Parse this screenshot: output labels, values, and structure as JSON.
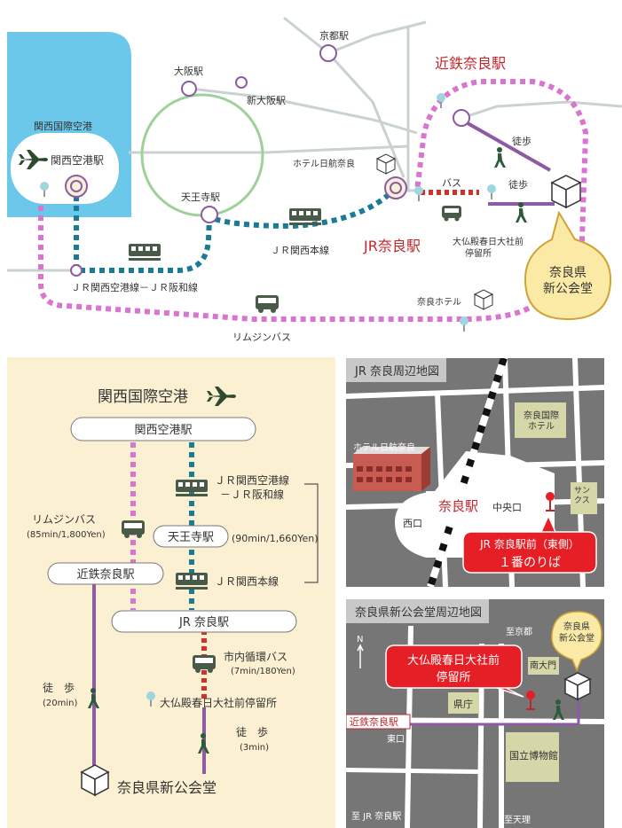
{
  "top_map": {
    "kansai_airport_area": "関西国際空港",
    "kansai_airport_station": "関西空港駅",
    "kyoto_station": "京都駅",
    "osaka_station": "大阪駅",
    "shin_osaka_station": "新大阪駅",
    "tennoji_station": "天王寺駅",
    "hotel_nikko": "ホテル日航奈良",
    "kintetsu_nara_station": "近鉄奈良駅",
    "jr_nara_station": "JR奈良駅",
    "walk_label_1": "徒歩",
    "walk_label_2": "徒歩",
    "bus_label": "バス",
    "bus_stop": "大仏殿春日大社前\n停留所",
    "jr_kansai_line": "ＪＲ関西本線",
    "jr_airport_line": "ＪＲ関西空港線－ＪＲ阪和線",
    "nara_hotel": "奈良ホテル",
    "limousine_bus": "リムジンバス",
    "destination": "奈良県\n新公会堂"
  },
  "route": {
    "airport": "関西国際空港",
    "airport_station": "関西空港駅",
    "jr_line_1": "ＪＲ関西空港線",
    "jr_line_2": "－ＪＲ阪和線",
    "tennoji": "天王寺駅",
    "jr_time": "(90min/1,660Yen)",
    "jr_kansai_line": "ＪＲ関西本線",
    "limousine_bus": "リムジンバス",
    "limousine_time": "(85min/1,800Yen)",
    "kintetsu": "近鉄奈良駅",
    "jr_nara": "JR 奈良駅",
    "city_bus": "市内循環バス",
    "city_bus_time": "(7min/180Yen)",
    "bus_stop": "大仏殿春日大社前停留所",
    "walk_left": "徒　歩",
    "walk_left_time": "(20min)",
    "walk_right": "徒　歩",
    "walk_right_time": "(3min)",
    "destination": "奈良県新公会堂"
  },
  "jr_map": {
    "title": "JR 奈良周辺地図",
    "nara_kokusai_hotel": "奈良国際\nホテル",
    "hotel_nikko": "ホテル日航奈良",
    "nara_station": "奈良駅",
    "central_exit": "中央口",
    "west_exit": "西口",
    "suncus": "サン\nクス",
    "bus_stop_callout_line1": "JR 奈良駅前（東側）",
    "bus_stop_callout_line2": "１番のりば"
  },
  "hall_map": {
    "title": "奈良県新公会堂周辺地図",
    "north": "N",
    "callout_line1": "大仏殿春日大社前",
    "callout_line2": "停留所",
    "to_kyoto": "至京都",
    "minamidaimon": "南大門",
    "destination": "奈良県\n新公会堂",
    "kintetsu_nara": "近鉄奈良駅",
    "east_exit": "東口",
    "prefectural_office": "県庁",
    "national_museum": "国立博物館",
    "to_jr_nara": "至 JR 奈良駅",
    "to_tenri": "至天理"
  },
  "colors": {
    "ocean": "#6cc8ea",
    "jr_line": "#1a7b95",
    "limousine": "#d975cf",
    "kintetsu_walk": "#8e5aa1",
    "bus_line": "#d0312d",
    "accent_red": "#c0272d",
    "train_icon": "#4a5a48",
    "destination_fill": "#fbeaa6",
    "map_gray": "#767676",
    "panel_bg": "#fbf0d2"
  }
}
